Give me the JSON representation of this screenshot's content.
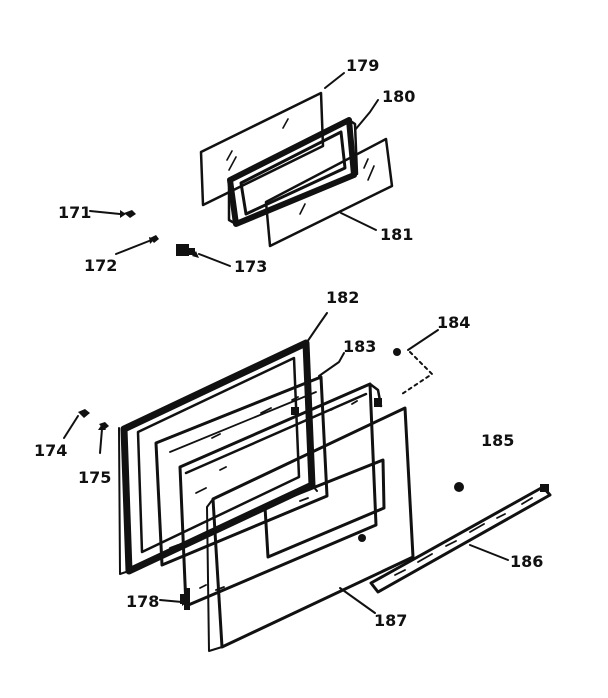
{
  "diagram": {
    "labels": {
      "p171": "171",
      "p172": "172",
      "p173": "173",
      "p174": "174",
      "p175": "175",
      "p178": "178",
      "p179": "179",
      "p180": "180",
      "p181": "181",
      "p182": "182",
      "p183": "183",
      "p184": "184",
      "p185": "185",
      "p186": "186",
      "p187": "187"
    }
  }
}
